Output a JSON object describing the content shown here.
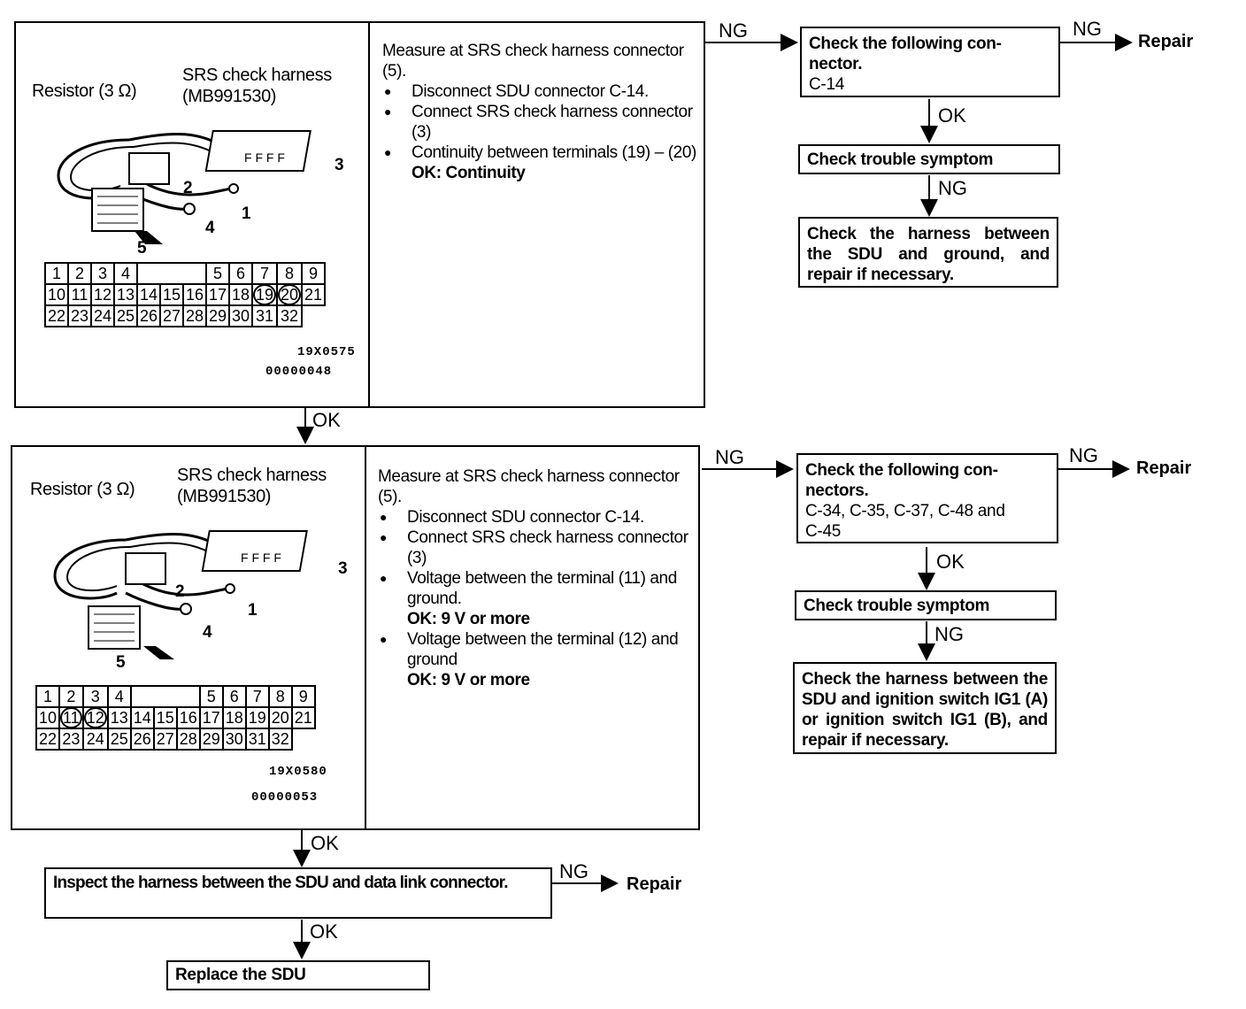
{
  "step1": {
    "instr": {
      "heading": "Measure at SRS check harness connector (5).",
      "items": [
        "Disconnect SDU connector C-14.",
        "Connect SRS check harness connector (3)",
        "Continuity between terminals (19) – (20)"
      ],
      "ok_line": "OK: Continuity"
    },
    "fig": {
      "resistor_label": "Resistor (3 Ω)",
      "harness_label_1": "SRS check harness",
      "harness_label_2": "(MB991530)",
      "code1": "19X0575",
      "code2": "00000048"
    },
    "ng_label": "NG",
    "ok_label": "OK",
    "check_box": {
      "line1": "Check the following con-",
      "line2": "nector.",
      "line3": "C-14"
    },
    "ng2_label": "NG",
    "repair": "Repair",
    "ok2_label": "OK",
    "symptom": "Check trouble symptom",
    "ng3_label": "NG",
    "harness_box": "Check the harness between the SDU and ground, and repair if necessary."
  },
  "step2": {
    "instr": {
      "heading": "Measure at SRS check harness connector (5).",
      "items": [
        "Disconnect SDU connector C-14.",
        "Connect SRS check harness connector (3)",
        "Voltage between the terminal (11) and ground.",
        "Voltage between the terminal (12) and ground"
      ],
      "ok1": "OK: 9 V or more",
      "ok2": "OK: 9 V or more"
    },
    "fig": {
      "resistor_label": "Resistor (3 Ω)",
      "harness_label_1": "SRS check harness",
      "harness_label_2": "(MB991530)",
      "code1": "19X0580",
      "code2": "00000053"
    },
    "ng_label": "NG",
    "ok_label": "OK",
    "check_box": {
      "line1": "Check the following con-",
      "line2": "nectors.",
      "line3": "C-34, C-35, C-37, C-48 and",
      "line4": "C-45"
    },
    "ng2_label": "NG",
    "repair": "Repair",
    "ok2_label": "OK",
    "symptom": "Check trouble symptom",
    "ng3_label": "NG",
    "harness_box": "Check the harness between the SDU and ignition switch IG1 (A) or ignition switch IG1 (B), and repair if necessary."
  },
  "step3": {
    "ok_label": "OK",
    "inspect": "Inspect the harness between the SDU and data link connector.",
    "ng_label": "NG",
    "repair": "Repair",
    "ok2_label": "OK",
    "replace": "Replace the SDU"
  },
  "connector": {
    "row1": [
      "1",
      "2",
      "3",
      "4",
      "5",
      "6",
      "7",
      "8",
      "9"
    ],
    "row2": [
      "10",
      "11",
      "12",
      "13",
      "14",
      "15",
      "16",
      "17",
      "18",
      "19",
      "20",
      "21"
    ],
    "row3": [
      "22",
      "23",
      "24",
      "25",
      "26",
      "27",
      "28",
      "29",
      "30",
      "31",
      "32"
    ]
  },
  "parts": [
    "1",
    "2",
    "3",
    "4",
    "5"
  ]
}
